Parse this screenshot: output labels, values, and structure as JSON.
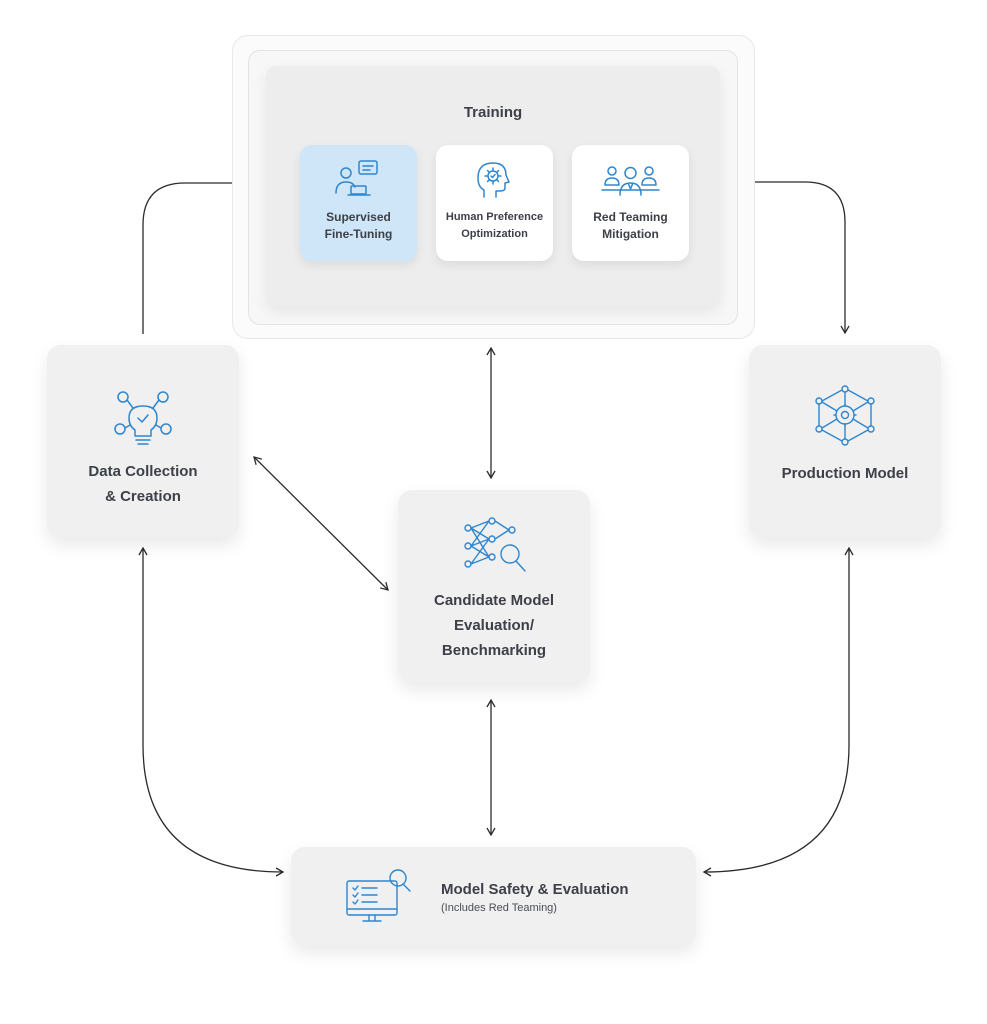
{
  "training": {
    "title": "Training",
    "steps": [
      {
        "line1": "Supervised",
        "line2": "Fine-Tuning",
        "icon": "person-laptop-chat-icon"
      },
      {
        "line1": "Human Preference",
        "line2": "Optimization",
        "icon": "head-gear-icon"
      },
      {
        "line1": "Red Teaming",
        "line2": "Mitigation",
        "icon": "team-people-icon"
      }
    ]
  },
  "nodes": {
    "data_collection": {
      "line1": "Data Collection",
      "line2": "& Creation",
      "icon": "lightbulb-network-icon"
    },
    "production": {
      "line1": "Production Model",
      "icon": "network-gear-icon"
    },
    "candidate": {
      "line1": "Candidate Model",
      "line2": "Evaluation/",
      "line3": "Benchmarking",
      "icon": "network-magnifier-icon"
    },
    "safety": {
      "title": "Model Safety & Evaluation",
      "subtitle": "(Includes Red Teaming)",
      "icon": "monitor-checklist-magnifier-icon"
    }
  },
  "colors": {
    "accent": "#2e86cf",
    "active_card": "#cfe6f8",
    "card": "#f0f0f1",
    "arrow": "#2b2b2b"
  }
}
